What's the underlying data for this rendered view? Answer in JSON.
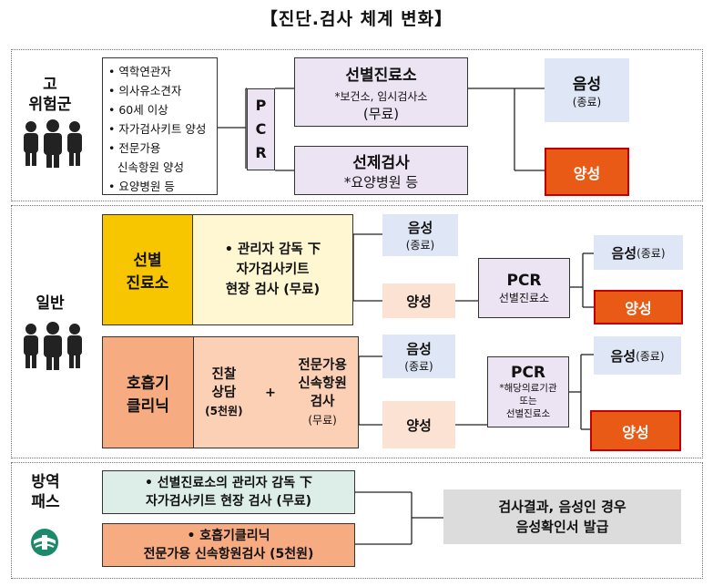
{
  "title": "【진단.검사 체계 변화】",
  "high_risk": {
    "label_line1": "고",
    "label_line2": "위험군",
    "icon": "people-group-icon",
    "targets": [
      "역학연관자",
      "의사유소견자",
      "60세 이상",
      "자가검사키트 양성",
      "전문가용",
      "신속항원 양성",
      "요양병원 등"
    ],
    "pcr_letters": [
      "P",
      "C",
      "R"
    ],
    "screening_center": {
      "title": "선별진료소",
      "sub": "*보건소, 임시검사소",
      "fee": "(무료)"
    },
    "preemptive_test": {
      "title": "선제검사",
      "sub": "*요양병원 등"
    },
    "negative": {
      "label": "음성",
      "sub": "(종료)"
    },
    "positive": {
      "label": "양성"
    }
  },
  "general": {
    "label": "일반",
    "icon": "people-group-icon",
    "screening_center": {
      "line1": "선별",
      "line2": "진료소"
    },
    "self_test": {
      "line1": "• 관리자 감독 下",
      "line2": "자가검사키트",
      "line3": "현장 검사 (무료)"
    },
    "neg1": {
      "label": "음성",
      "sub": "(종료)"
    },
    "pos1": {
      "label": "양성"
    },
    "pcr1": {
      "title": "PCR",
      "sub": "선별진료소"
    },
    "neg2": {
      "label": "음성",
      "sub": "(종료)"
    },
    "pos2": {
      "label": "양성"
    },
    "clinic": {
      "line1": "호흡기",
      "line2": "클리닉"
    },
    "consult": {
      "line1": "진찰",
      "line2": "상담",
      "line3": "(5천원)"
    },
    "plus": "+",
    "rapid": {
      "line1": "전문가용",
      "line2": "신속항원",
      "line3": "검사",
      "line4": "(무료)"
    },
    "neg3": {
      "label": "음성",
      "sub": "(종료)"
    },
    "pos3": {
      "label": "양성"
    },
    "pcr2": {
      "title": "PCR",
      "sub1": "*해당의료기관",
      "sub2": "또는",
      "sub3": "선별진료소"
    },
    "neg4": {
      "label": "음성",
      "sub": "(종료)"
    },
    "pos4": {
      "label": "양성"
    }
  },
  "pass": {
    "label_line1": "방역",
    "label_line2": "패스",
    "icon": "quarantine-pass-icon",
    "item1": {
      "line1": "• 선별진료소의  관리자  감독  下",
      "line2": "자가검사키트 현장 검사 (무료)"
    },
    "item2": {
      "line1": "• 호흡기클리닉",
      "line2": "전문가용 신속항원검사 (5천원)"
    },
    "result": {
      "line1": "검사결과, 음성인 경우",
      "line2": "음성확인서 발급"
    }
  },
  "colors": {
    "positive_red": "#e95a16",
    "lavender": "#ece3f3",
    "light_blue": "#dfe6f5",
    "gold": "#f7c600",
    "salmon": "#f7ab80",
    "mint": "#ddeee9"
  }
}
